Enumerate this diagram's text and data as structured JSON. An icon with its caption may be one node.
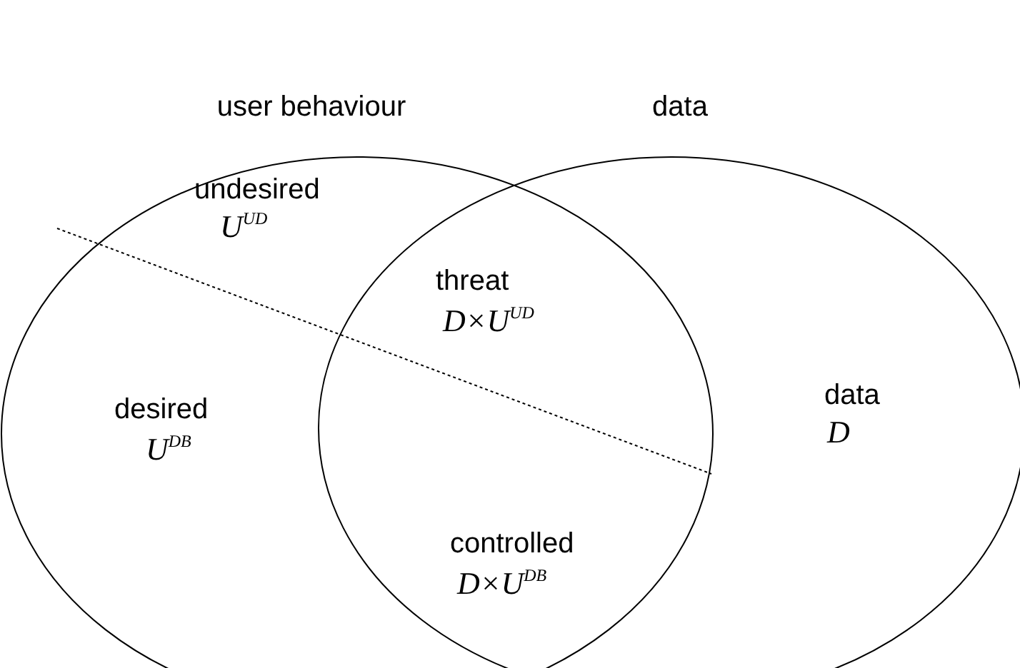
{
  "diagram": {
    "nodes": [
      {
        "text": [
          "user behaviour"
        ]
      },
      {
        "text": [
          "data"
        ]
      }
    ],
    "labels": [
      "undesired",
      "U$^{UD}$",
      "threat",
      "D×U$^{UD}$",
      "desired",
      "U$^{DB}$",
      "data",
      "D",
      "controlled",
      "D×U$^{DB}$"
    ]
  }
}
